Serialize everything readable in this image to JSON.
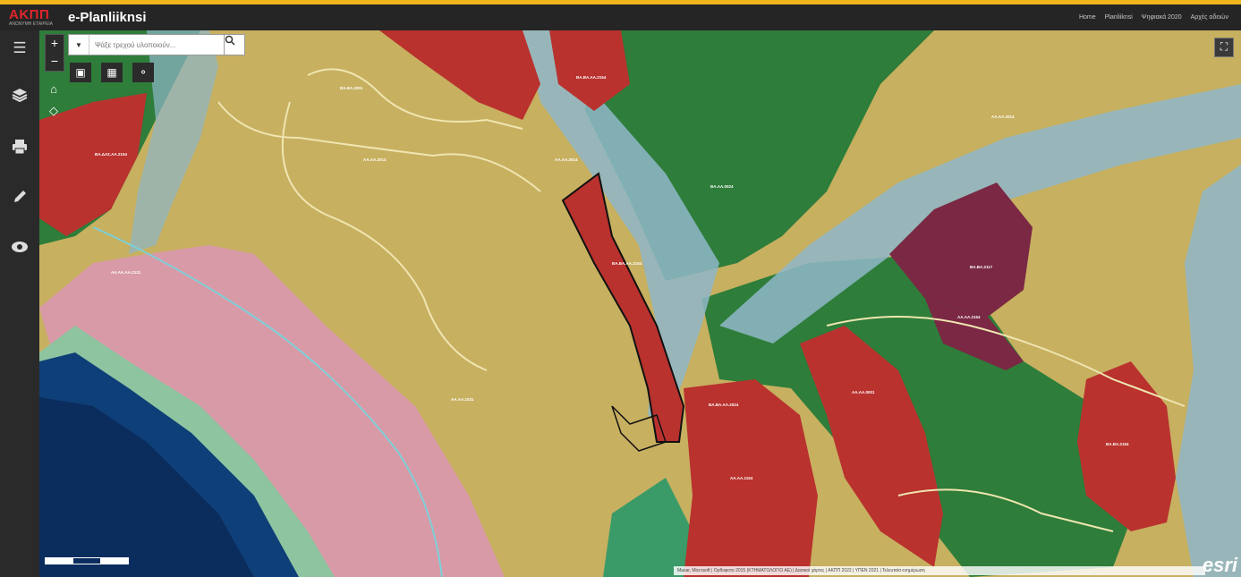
{
  "header": {
    "logo_main": "ΑΚΠΠ",
    "logo_sub": "ΑΝΩΝΥΜΗ ΕΤΑΙΡΕΙΑ",
    "title": "e-Planliiknsi",
    "nav": [
      {
        "label": "Home"
      },
      {
        "label": "Planliiknsi"
      },
      {
        "label": "Ψηφιακά 2020"
      },
      {
        "label": "Αρχές αδειών"
      }
    ]
  },
  "search": {
    "placeholder": "Ψάξε τρεχού υλοποιούν..."
  },
  "map": {
    "zoom_in": "+",
    "zoom_out": "−",
    "attribution": "Maxar, Microsoft | Ορθοφοτο 2015 (ΚΤΗΜΑΤΟΛΟΓΙΟ ΑΕ) | Δασικοί χάρτες | ΑΚΠΠ 2022 | ΥΠΕΝ 2021 | Τελευταία ενημέρωση",
    "esri": "esri",
    "parcel_labels": [
      {
        "text": "ΒΑ.ΔΑΣ.ΑΑ.2154"
      },
      {
        "text": "ΑΑ.ΑΑ.ΑΑ.2121"
      },
      {
        "text": "ΒΑ.ΒΑ.2001"
      },
      {
        "text": "ΑΑ.ΑΑ.2014"
      },
      {
        "text": "ΒΑ.ΒΑ.ΑΑ.2154"
      },
      {
        "text": "ΑΑ.ΑΑ.2014"
      },
      {
        "text": "ΒΑ.ΒΑ.ΑΑ.2154"
      },
      {
        "text": "ΑΑ.ΑΑ.1031"
      },
      {
        "text": "ΒΑ.ΑΑ.0024"
      },
      {
        "text": "ΑΑ.ΑΑ.2014"
      },
      {
        "text": "ΒΑ.ΒΑ.2117"
      },
      {
        "text": "ΑΑ.ΑΑ.2154"
      },
      {
        "text": "ΒΑ.ΒΑ.ΑΑ.2024"
      },
      {
        "text": "ΑΑ.ΑΑ.1154"
      },
      {
        "text": "ΒΑ.ΒΑ.2154"
      },
      {
        "text": "ΑΑ.ΑΑ.0001"
      }
    ]
  },
  "colors": {
    "header": "#252525",
    "stripe": "#f2b51a",
    "forest": "#2e7d3a",
    "built": "#b9322e",
    "agri": "#c7b060",
    "river": "#8fb7c9",
    "sea": "#0f3f78",
    "purple": "#7a2844",
    "pink": "#d99aa7"
  }
}
